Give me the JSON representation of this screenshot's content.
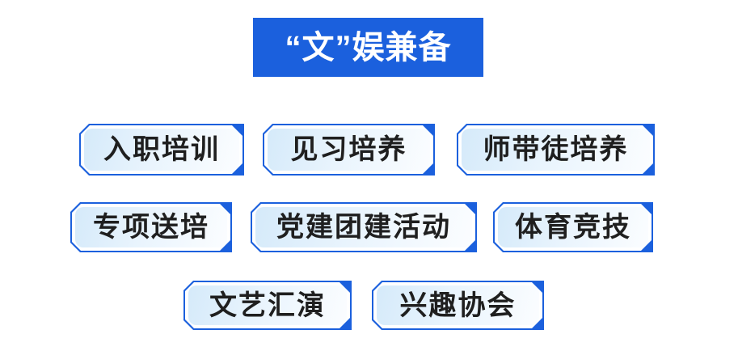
{
  "header": {
    "title": "“文”娱兼备"
  },
  "badges": [
    {
      "label": "入职培训"
    },
    {
      "label": "见习培养"
    },
    {
      "label": "师带徒培养"
    },
    {
      "label": "专项送培"
    },
    {
      "label": "党建团建活动"
    },
    {
      "label": "体育竞技"
    },
    {
      "label": "文艺汇演"
    },
    {
      "label": "兴趣协会"
    }
  ],
  "colors": {
    "accent": "#1b60dd",
    "badge_fill_start": "#d5eafa",
    "badge_fill_mid": "#e9f4fd",
    "badge_fill_end": "#fbfdff",
    "badge_text": "#1f1f1f",
    "header_text": "#ffffff",
    "background": "#ffffff"
  }
}
